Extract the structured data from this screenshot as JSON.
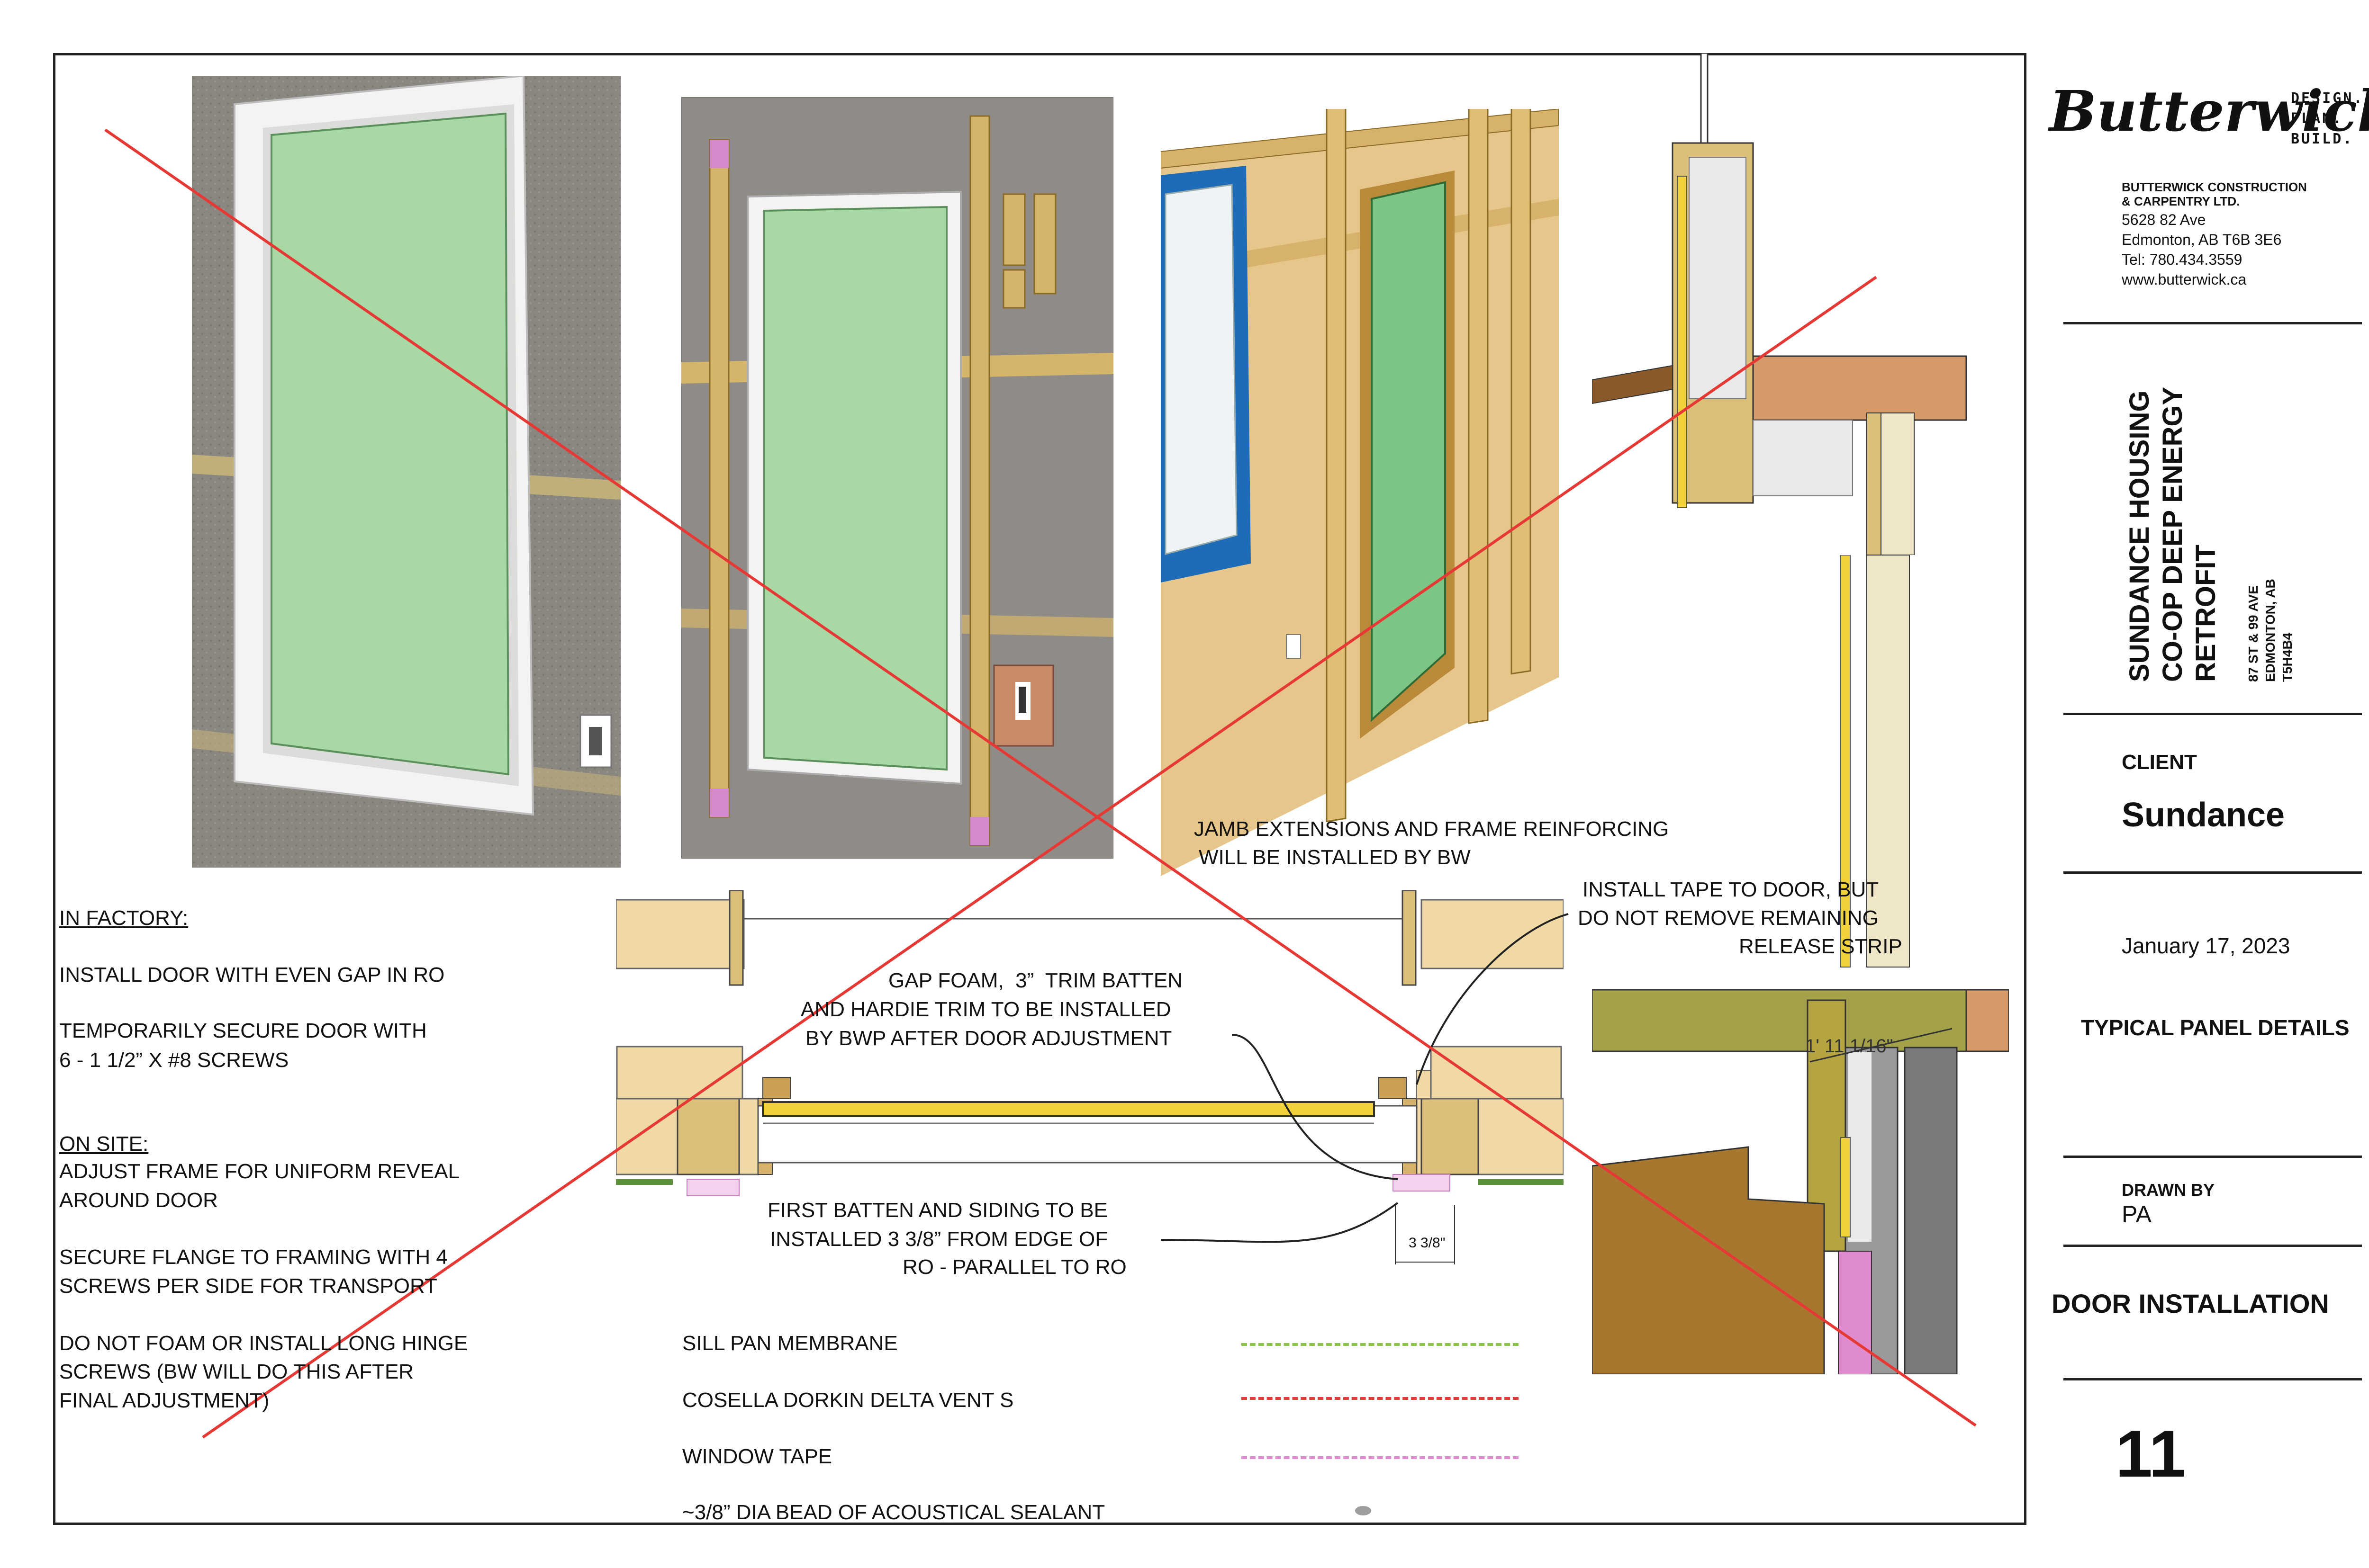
{
  "notes": {
    "in_factory": {
      "heading": "IN FACTORY:",
      "line1": "INSTALL DOOR WITH EVEN GAP IN RO",
      "line2": "TEMPORARILY SECURE DOOR WITH",
      "line3": "6 - 1 1/2” X #8 SCREWS"
    },
    "on_site": {
      "heading": "ON SITE:",
      "line1": "ADJUST FRAME FOR UNIFORM REVEAL",
      "line2": "AROUND DOOR",
      "line3": "SECURE FLANGE TO FRAMING WITH 4",
      "line4": "SCREWS PER SIDE FOR TRANSPORT",
      "line5": "DO NOT FOAM OR INSTALL LONG HINGE",
      "line6": "SCREWS (BW WILL DO THIS AFTER",
      "line7": "FINAL ADJUSTMENT)"
    }
  },
  "callouts": {
    "jamb_1": "JAMB EXTENSIONS AND FRAME REINFORCING",
    "jamb_2": "WILL BE INSTALLED BY BW",
    "tape_1": "INSTALL TAPE TO DOOR, BUT",
    "tape_2": "DO NOT REMOVE REMAINING",
    "tape_3": "RELEASE STRIP",
    "gap_1": "GAP FOAM,  3”  TRIM BATTEN",
    "gap_2": "AND HARDIE TRIM TO BE INSTALLED",
    "gap_3": "BY BWP AFTER DOOR ADJUSTMENT",
    "batten_1": "FIRST BATTEN AND SIDING TO BE",
    "batten_2": "INSTALLED 3 3/8” FROM EDGE OF",
    "batten_3": "RO - PARALLEL TO RO",
    "dim": "3 3/8\"",
    "section_dim": "1' 11 1/16\""
  },
  "legend": [
    {
      "label": "SILL PAN MEMBRANE",
      "color": "#8bc34a",
      "style": "dashed"
    },
    {
      "label": "COSELLA DORKIN DELTA VENT S",
      "color": "#e53935",
      "style": "dashed"
    },
    {
      "label": "WINDOW TAPE",
      "color": "#e08ad0",
      "style": "dashed"
    },
    {
      "label": "~3/8” DIA BEAD OF ACOUSTICAL SEALANT",
      "color": "#9e9e9e",
      "style": "dot"
    }
  ],
  "titleblock": {
    "logo": "Butterwick",
    "tagline_1": "DESIGN.",
    "tagline_2": "PLAN.",
    "tagline_3": "BUILD.",
    "company_1": "BUTTERWICK CONSTRUCTION",
    "company_2": "& CARPENTRY LTD.",
    "address_1": "5628 82 Ave",
    "address_2": "Edmonton, AB T6B 3E6",
    "phone": "Tel: 780.434.3559",
    "web": "www.butterwick.ca",
    "project_1": "SUNDANCE HOUSING",
    "project_2": "CO-OP DEEP ENERGY",
    "project_3": "RETROFIT",
    "site_1": "87 ST & 99 AVE",
    "site_2": "EDMONTON, AB",
    "site_3": "T5H4B4",
    "client_label": "CLIENT",
    "client_value": "Sundance",
    "date": "January 17, 2023",
    "typical": "TYPICAL PANEL DETAILS",
    "drawn_label": "DRAWN BY",
    "drawn_value": "PA",
    "sheet_title": "DOOR INSTALLATION",
    "sheet_number": "11"
  },
  "colors": {
    "door_panel": "#a8d8a4",
    "door_panel_dark": "#7cc584",
    "osb": "#e6c68a",
    "lumber": "#dcc07a",
    "wrb_grey": "#8c8a86",
    "cross_out": "#e53935",
    "window_tape": "#e08ad0",
    "sill_pan": "#8bc34a",
    "foam_yellow": "#f2d23a"
  }
}
